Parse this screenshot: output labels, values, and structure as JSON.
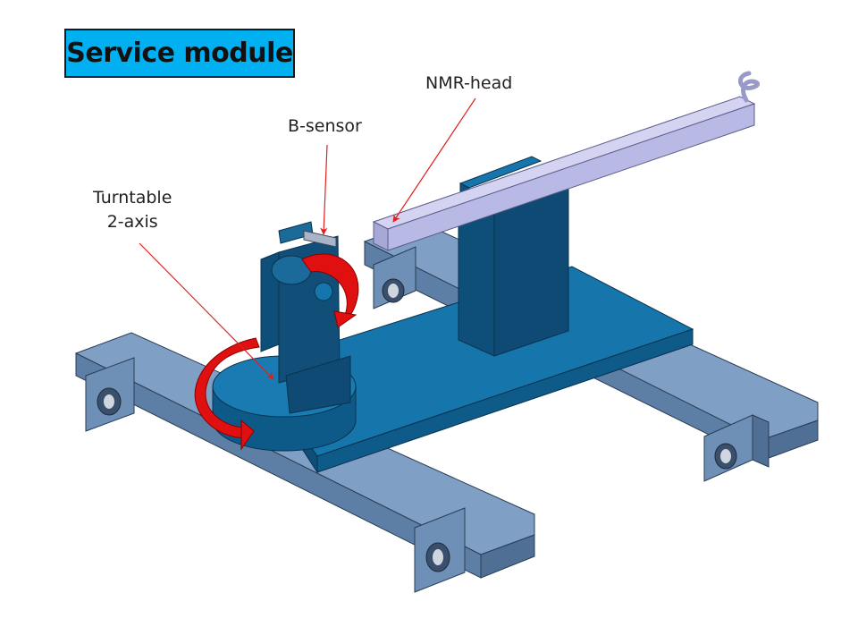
{
  "title": "Service module",
  "labels": {
    "nmr_head": "NMR-head",
    "b_sensor": "B-sensor",
    "turntable_line1": "Turntable",
    "turntable_line2": "2-axis"
  },
  "colors": {
    "title_fill": "#00b0f0",
    "rail": "#7f9fc4",
    "rail_dark": "#4f6f94",
    "plate_top": "#1676ab",
    "plate_side": "#0d4f78",
    "block": "#0e4a73",
    "nmr_bar": "#b9b9e6",
    "arrow": "#e01010",
    "leader_line": "#e02020"
  }
}
